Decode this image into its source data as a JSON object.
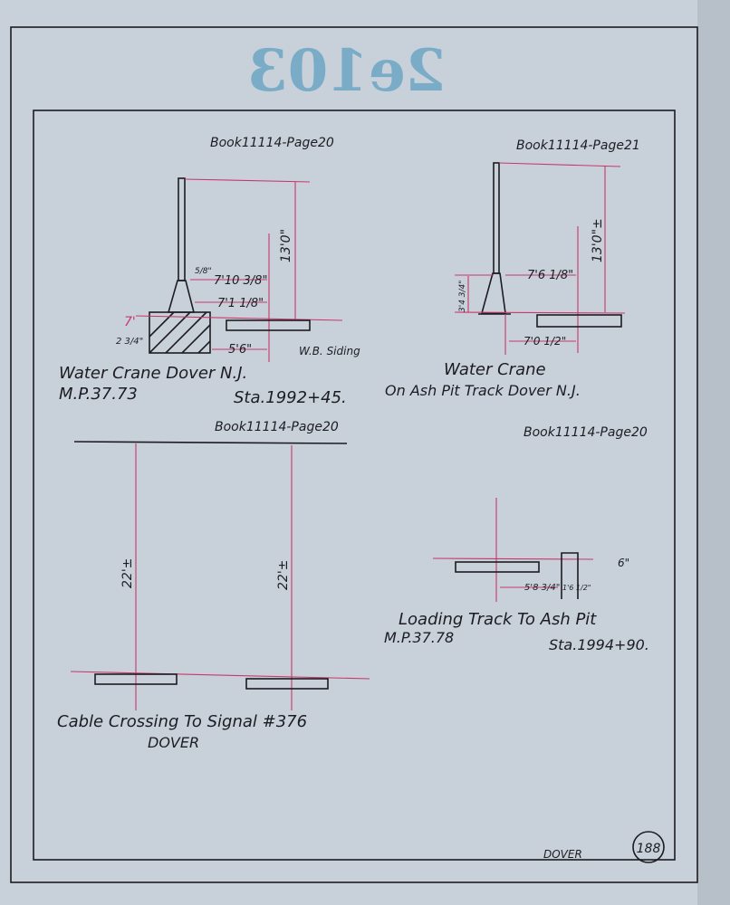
{
  "stamp_text": "2e103",
  "colors": {
    "paper": "#c8d1da",
    "ink": "#1c1c22",
    "red_ink": "#c8376a",
    "stamp": "#3d8fb8"
  },
  "water_crane_dover": {
    "book_ref": "Book11114-Page20",
    "title": "Water Crane Dover N.J.",
    "mp": "M.P.37.73",
    "station": "Sta.1992+45.",
    "dims": {
      "height": "13'0\"",
      "pipe": "5/8\"",
      "reach_top": "7'10 3/8\"",
      "reach_base": "7'1 1/8\"",
      "clearance": "5'6\"",
      "base_height": "2 3/4\"",
      "red_mark": "7'"
    },
    "siding_label": "W.B. Siding"
  },
  "water_crane_ash_pit": {
    "book_ref": "Book11114-Page21",
    "title_line1": "Water Crane",
    "title_line2": "On Ash Pit Track Dover N.J.",
    "dims": {
      "height": "13'0\"±",
      "reach": "7'6 1/8\"",
      "base_height": "3'4 3/4\"",
      "clearance": "7'0 1/2\""
    }
  },
  "cable_crossing": {
    "book_ref": "Book11114-Page20",
    "title": "Cable Crossing To Signal #376",
    "subtitle": "DOVER",
    "dims": {
      "left": "22'±",
      "right": "22'±"
    }
  },
  "loading_track": {
    "book_ref": "Book11114-Page20",
    "title": "Loading Track To Ash Pit",
    "mp": "M.P.37.78",
    "station": "Sta.1994+90.",
    "dims": {
      "offset": "5'8 3/4\"",
      "width": "1'6 1/2\"",
      "height": "6\""
    }
  },
  "footer": {
    "location": "DOVER",
    "sheet_number": "188"
  }
}
